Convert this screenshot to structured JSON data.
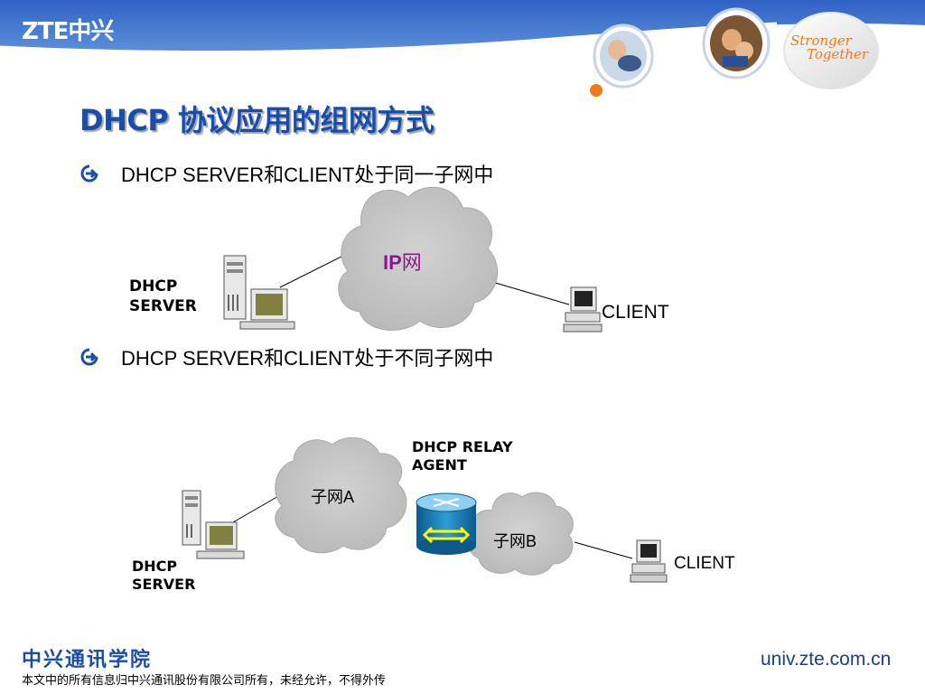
{
  "header": {
    "logo_text": "ZTE中兴",
    "slogan_line1": "Stronger",
    "slogan_line2": "Together",
    "colors": {
      "brand_blue": "#1a4da8",
      "accent_orange": "#ee7a1a"
    }
  },
  "slide": {
    "title": "DHCP 协议应用的组网方式",
    "bullets": [
      {
        "icon": "arrow-circle-icon",
        "text": "DHCP SERVER和CLIENT处于同一子网中"
      },
      {
        "icon": "arrow-circle-icon",
        "text": "DHCP SERVER和CLIENT处于不同子网中"
      }
    ]
  },
  "diagram1": {
    "server_label_line1": "DHCP",
    "server_label_line2": "SERVER",
    "cloud_label_prefix": "IP",
    "cloud_label_suffix": "网",
    "client_label": "CLIENT"
  },
  "diagram2": {
    "server_label_line1": "DHCP",
    "server_label_line2": "SERVER",
    "cloud_a_label": "子网A",
    "relay_label_line1": "DHCP RELAY",
    "relay_label_line2": "AGENT",
    "cloud_b_label": "子网B",
    "client_label": "CLIENT"
  },
  "footer": {
    "school": "中兴通讯学院",
    "copyright": "本文中的所有信息归中兴通讯股份有限公司所有，未经允许，不得外传",
    "website": "univ.zte.com.cn"
  }
}
